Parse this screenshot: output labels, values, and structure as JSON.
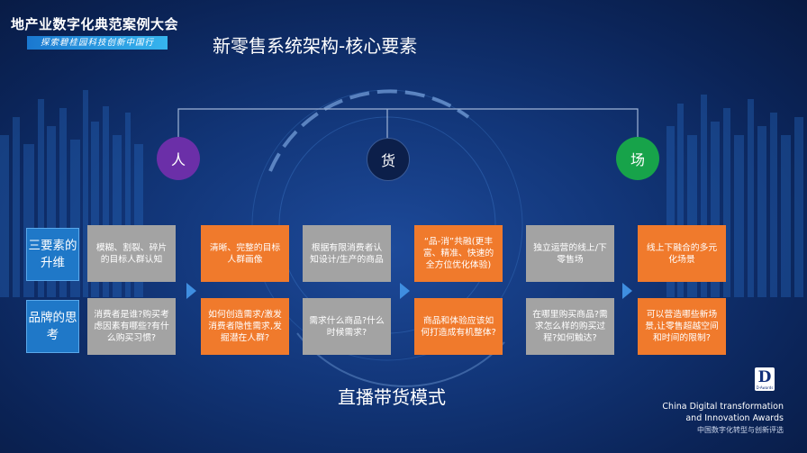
{
  "header": {
    "brand_title": "地产业数字化典范案例大会",
    "brand_tagline": "探索碧桂园科技创新中国行"
  },
  "slide": {
    "title": "新零售系统架构-核心要素",
    "footer": "直播带货模式"
  },
  "nodes": {
    "people": "人",
    "goods": "货",
    "place": "场"
  },
  "rows": {
    "row1_label": "三要素的升维",
    "row2_label": "品牌的思考"
  },
  "boxes": {
    "r1_k1": "模糊、割裂、碎片的目标人群认知",
    "r1_k2": "清晰、完整的目标人群画像",
    "r1_k3": "根据有限消费者认知设计/生产的商品",
    "r1_k4": "“品-消”共融(更丰富、精准、快速的全方位优化体验)",
    "r1_k5": "独立运营的线上/下零售场",
    "r1_k6": "线上下融合的多元化场景",
    "r2_k1": "消费者是谁?购买考虑因素有哪些?有什么购买习惯?",
    "r2_k2": "如何创造需求/激发消费者隐性需求,发掘潜在人群?",
    "r2_k3": "需求什么商品?什么时候需求?",
    "r2_k4": "商品和体验应该如何打造成有机整体?",
    "r2_k5": "在哪里购买商品?需求怎么样的购买过程?如何触达?",
    "r2_k6": "可以营造哪些新场景,让零售超越空间和时间的限制?"
  },
  "logo": {
    "badge_letter": "D",
    "badge_sub": "D·Awards",
    "en_line1": "China Digital transformation",
    "en_line2": "and Innovation Awards",
    "cn_line": "中国数字化转型与创新评选"
  },
  "colors": {
    "background": "#123679",
    "people_node": "#6b2fa8",
    "goods_node": "#0c1f4a",
    "place_node": "#17a34a",
    "label_blue": "#1f78c8",
    "grey_box": "#a3a3a3",
    "orange_box": "#f07a2c",
    "arrow": "#3f8ee0"
  }
}
